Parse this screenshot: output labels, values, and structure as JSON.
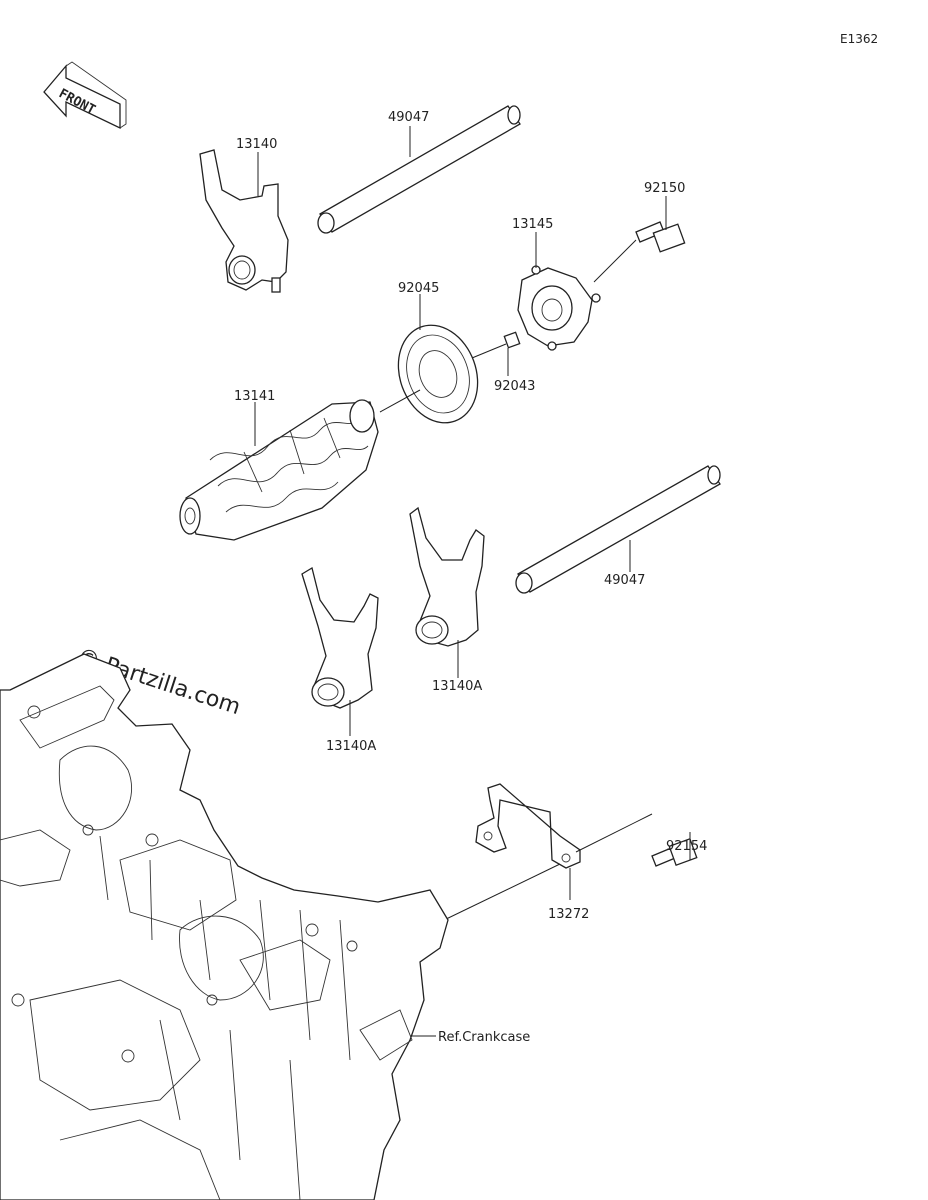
{
  "diagram_code": "E1362",
  "front_label": "FRONT",
  "watermark": "© Partzilla.com",
  "callouts": {
    "c49047_top": "49047",
    "c13140": "13140",
    "c92150": "92150",
    "c13145": "13145",
    "c92045": "92045",
    "c92043": "92043",
    "c13141": "13141",
    "c49047_bottom": "49047",
    "c13140A_right": "13140A",
    "c13140A_left": "13140A",
    "c92154": "92154",
    "c13272": "13272",
    "ref_crankcase": "Ref.Crankcase"
  }
}
